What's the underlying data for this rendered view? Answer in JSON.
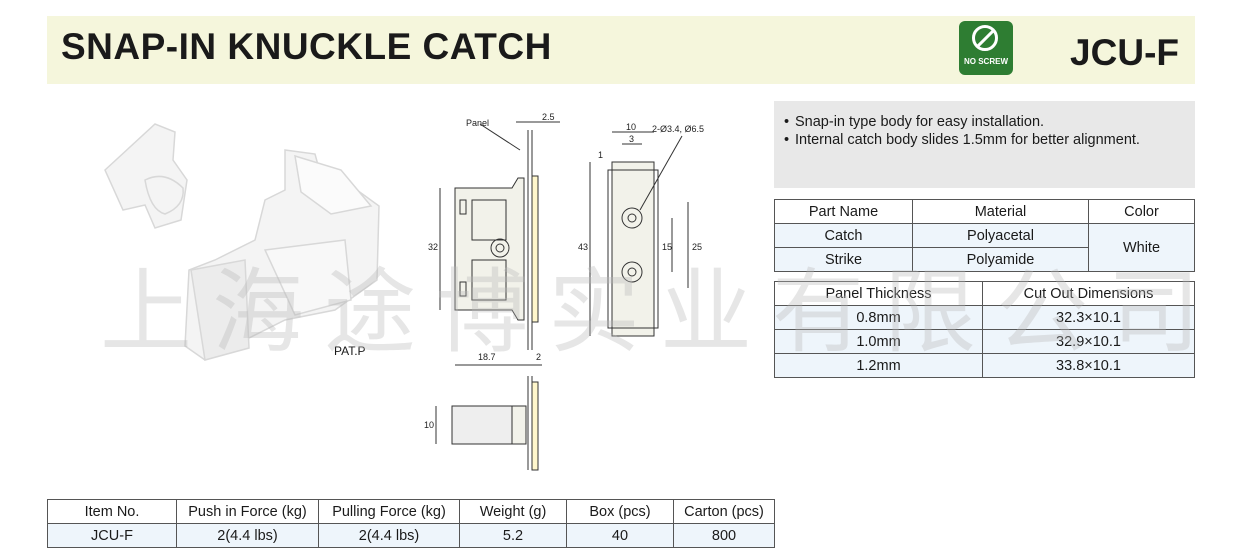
{
  "header": {
    "title": "SNAP-IN KNUCKLE CATCH",
    "model": "JCU-F",
    "badge_text": "NO SCREW",
    "badge_color": "#2e7d32",
    "background_color": "#f5f6dc"
  },
  "photo": {
    "label": "PAT.P"
  },
  "drawing": {
    "labels": {
      "panel": "Panel",
      "dim_2_5": "2.5",
      "dim_10_top": "10",
      "dim_3": "3",
      "holes": "2-Ø3.4, Ø6.5",
      "dim_1": "1",
      "dim_32": "32",
      "dim_43": "43",
      "dim_15": "15",
      "dim_25": "25",
      "dim_18_7": "18.7",
      "dim_2": "2",
      "dim_10_side": "10"
    }
  },
  "features": [
    "Snap-in type body for easy installation.",
    "Internal catch body slides 1.5mm for better alignment."
  ],
  "materials": {
    "headers": [
      "Part Name",
      "Material",
      "Color"
    ],
    "rows": [
      {
        "part": "Catch",
        "material": "Polyacetal"
      },
      {
        "part": "Strike",
        "material": "Polyamide"
      }
    ],
    "color": "White"
  },
  "panel_thickness": {
    "headers": [
      "Panel Thickness",
      "Cut Out Dimensions"
    ],
    "rows": [
      {
        "thickness": "0.8mm",
        "cutout": "32.3×10.1"
      },
      {
        "thickness": "1.0mm",
        "cutout": "32.9×10.1"
      },
      {
        "thickness": "1.2mm",
        "cutout": "33.8×10.1"
      }
    ]
  },
  "specs": {
    "headers": [
      "Item No.",
      "Push in Force (kg)",
      "Pulling Force (kg)",
      "Weight (g)",
      "Box (pcs)",
      "Carton (pcs)"
    ],
    "rows": [
      [
        "JCU-F",
        "2(4.4 lbs)",
        "2(4.4 lbs)",
        "5.2",
        "40",
        "800"
      ]
    ]
  },
  "watermark": "上海途博实业有限公司"
}
